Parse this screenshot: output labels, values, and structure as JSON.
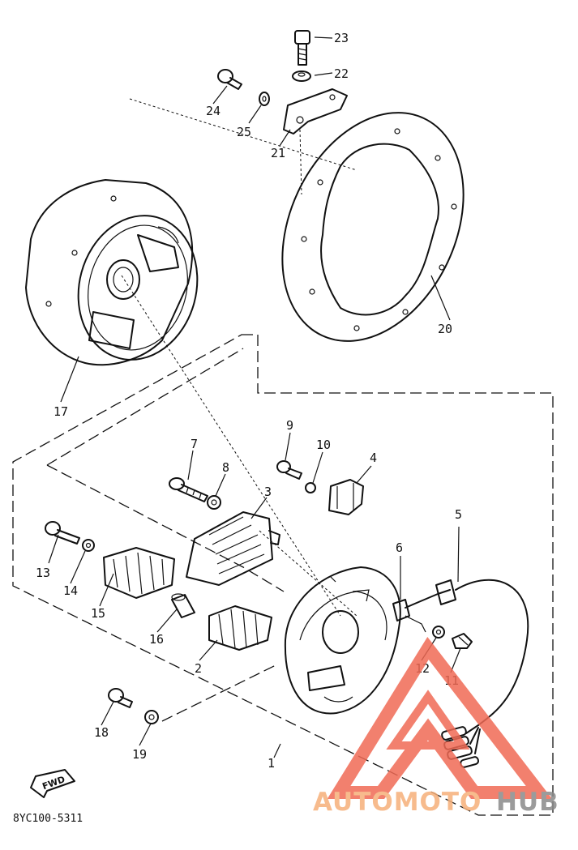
{
  "labels": {
    "p1": "1",
    "p2": "2",
    "p3": "3",
    "p4": "4",
    "p5": "5",
    "p6": "6",
    "p7": "7",
    "p8": "8",
    "p9": "9",
    "p10": "10",
    "p11": "11",
    "p12": "12",
    "p13": "13",
    "p14": "14",
    "p15": "15",
    "p16": "16",
    "p17": "17",
    "p18": "18",
    "p19": "19",
    "p20": "20",
    "p21": "21",
    "p22": "22",
    "p23": "23",
    "p24": "24",
    "p25": "25"
  },
  "fwd_tag": "FWD",
  "diagram_ref": "8YC100-5311",
  "watermark": {
    "brand_part1": "AUTOMOTO",
    "brand_part2": "HUB",
    "color_primary": "#f06a55",
    "color_secondary": "#f6b07a",
    "color_grey": "#8a8a8a"
  }
}
